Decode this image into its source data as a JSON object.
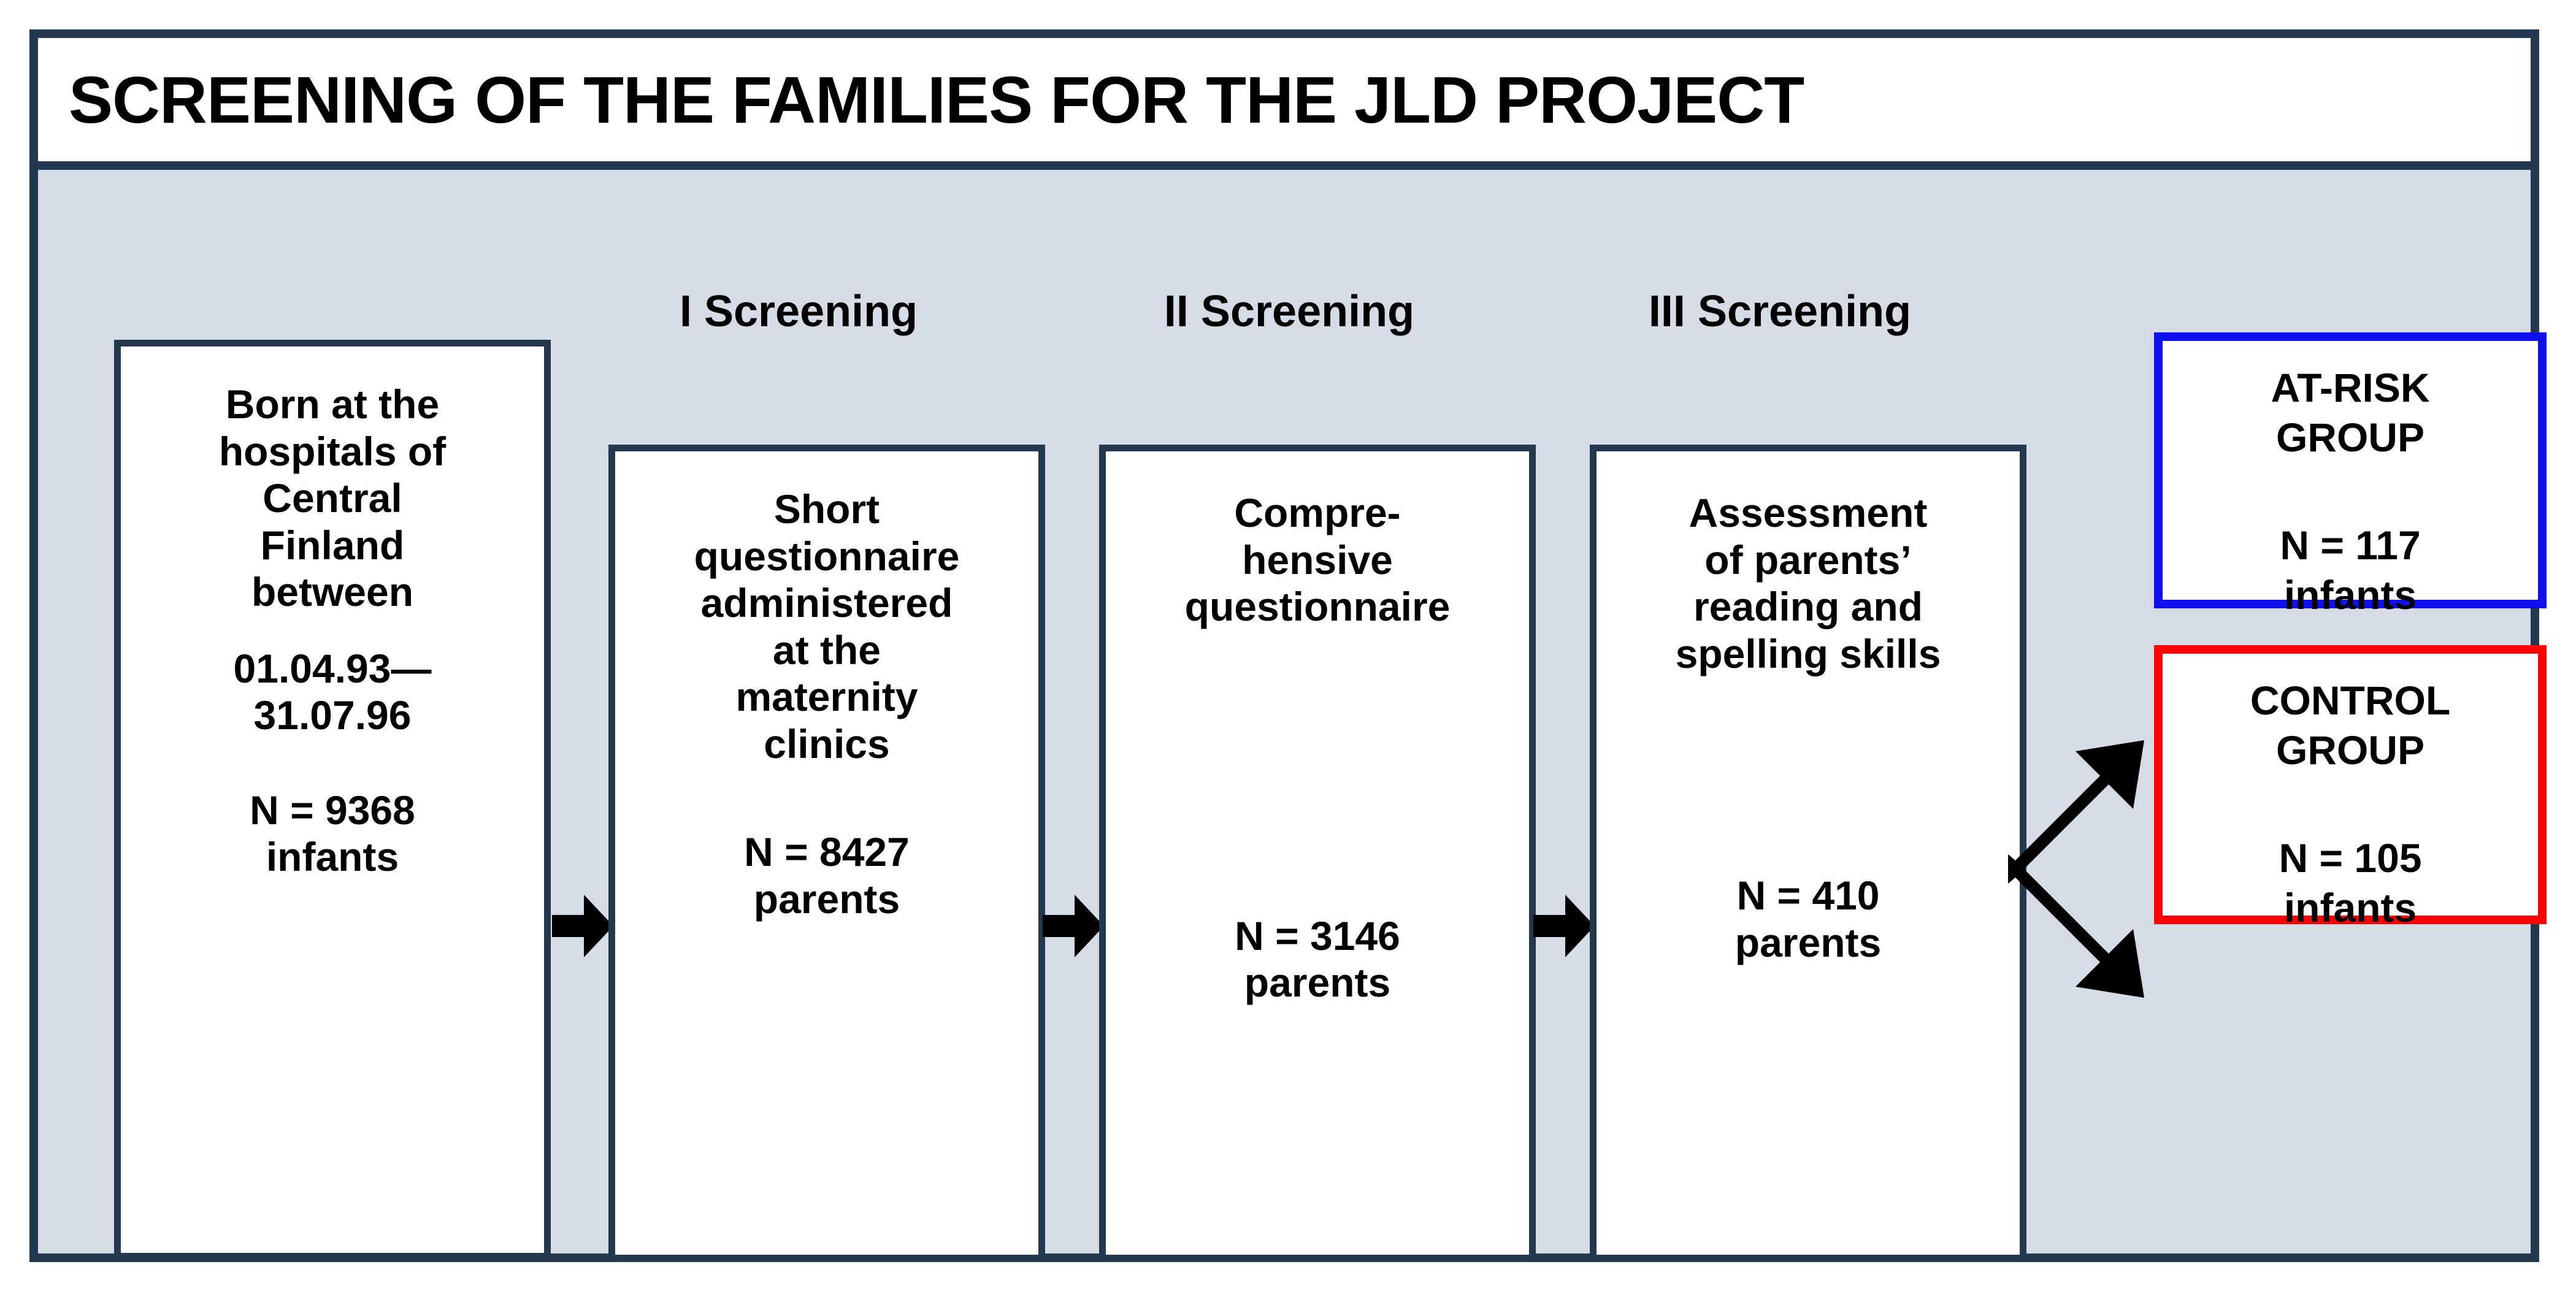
{
  "header": {
    "title": "SCREENING OF THE FAMILIES FOR THE JLD PROJECT"
  },
  "colors": {
    "frame_border": "#24394f",
    "canvas_background": "#d5dce6",
    "box_border": "#24394f",
    "box_background": "#ffffff",
    "at_risk_border": "#1010ee",
    "control_border": "#fa0505",
    "arrow": "#000000",
    "text": "#000000"
  },
  "stages": [
    {
      "label": "I Screening"
    },
    {
      "label": "II Screening"
    },
    {
      "label": "III Screening"
    }
  ],
  "boxes": {
    "cohort": {
      "title": "Born at the\nhospitals of\nCentral\nFinland\nbetween",
      "date_range": "01.04.93—\n31.07.96",
      "count": "N = 9368\ninfants"
    },
    "screening_1": {
      "title": "Short\nquestionnaire\nadministered\nat the\nmaternity\nclinics",
      "count": "N = 8427\nparents"
    },
    "screening_2": {
      "title": "Compre-\nhensive\nquestionnaire",
      "count": "N = 3146\nparents"
    },
    "screening_3": {
      "title": "Assessment\nof parents’\nreading and\nspelling skills",
      "count": "N = 410\nparents"
    }
  },
  "outcomes": {
    "at_risk": {
      "title": "AT-RISK\nGROUP",
      "count": "N = 117\ninfants"
    },
    "control": {
      "title": "CONTROL\nGROUP",
      "count": "N = 105\ninfants"
    }
  },
  "chart_data": {
    "type": "diagram",
    "title": "SCREENING OF THE FAMILIES FOR THE JLD PROJECT",
    "flow": "left-to-right funnel with terminal two-way branch",
    "nodes": [
      {
        "id": "cohort",
        "stage": "",
        "label": "Born at the hospitals of Central Finland between 01.04.93—31.07.96",
        "n": 9368,
        "unit": "infants"
      },
      {
        "id": "screening_1",
        "stage": "I Screening",
        "label": "Short questionnaire administered at the maternity clinics",
        "n": 8427,
        "unit": "parents"
      },
      {
        "id": "screening_2",
        "stage": "II Screening",
        "label": "Comprehensive questionnaire",
        "n": 3146,
        "unit": "parents"
      },
      {
        "id": "screening_3",
        "stage": "III Screening",
        "label": "Assessment of parents’ reading and spelling skills",
        "n": 410,
        "unit": "parents"
      },
      {
        "id": "at_risk",
        "stage": "",
        "label": "AT-RISK GROUP",
        "n": 117,
        "unit": "infants"
      },
      {
        "id": "control",
        "stage": "",
        "label": "CONTROL GROUP",
        "n": 105,
        "unit": "infants"
      }
    ],
    "edges": [
      {
        "from": "cohort",
        "to": "screening_1",
        "style": "arrow"
      },
      {
        "from": "screening_1",
        "to": "screening_2",
        "style": "arrow"
      },
      {
        "from": "screening_2",
        "to": "screening_3",
        "style": "arrow"
      },
      {
        "from": "screening_3",
        "to": "at_risk",
        "style": "arrow-diagonal-up"
      },
      {
        "from": "screening_3",
        "to": "control",
        "style": "arrow-diagonal-down"
      }
    ]
  }
}
